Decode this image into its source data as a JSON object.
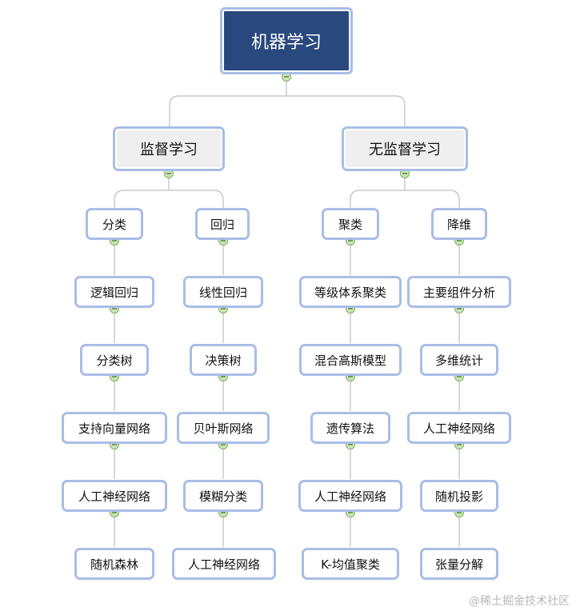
{
  "diagram": {
    "root": "机器学习",
    "branches": [
      {
        "label": "监督学习",
        "children": [
          {
            "label": "分类",
            "items": [
              "逻辑回归",
              "分类树",
              "支持向量网络",
              "人工神经网络",
              "随机森林"
            ]
          },
          {
            "label": "回归",
            "items": [
              "线性回归",
              "决策树",
              "贝叶斯网络",
              "模糊分类",
              "人工神经网络"
            ]
          }
        ]
      },
      {
        "label": "无监督学习",
        "children": [
          {
            "label": "聚类",
            "items": [
              "等级体系聚类",
              "混合高斯模型",
              "遗传算法",
              "人工神经网络",
              "K-均值聚类"
            ]
          },
          {
            "label": "降维",
            "items": [
              "主要组件分析",
              "多维统计",
              "人工神经网络",
              "随机投影",
              "张量分解"
            ]
          }
        ]
      }
    ]
  },
  "watermark": "@稀土掘金技术社区",
  "colors": {
    "root_fill": "#29487d",
    "node_border": "#a9bde6",
    "connector": "#c8c8c8",
    "collapse_dot": "#c9e6b4"
  }
}
